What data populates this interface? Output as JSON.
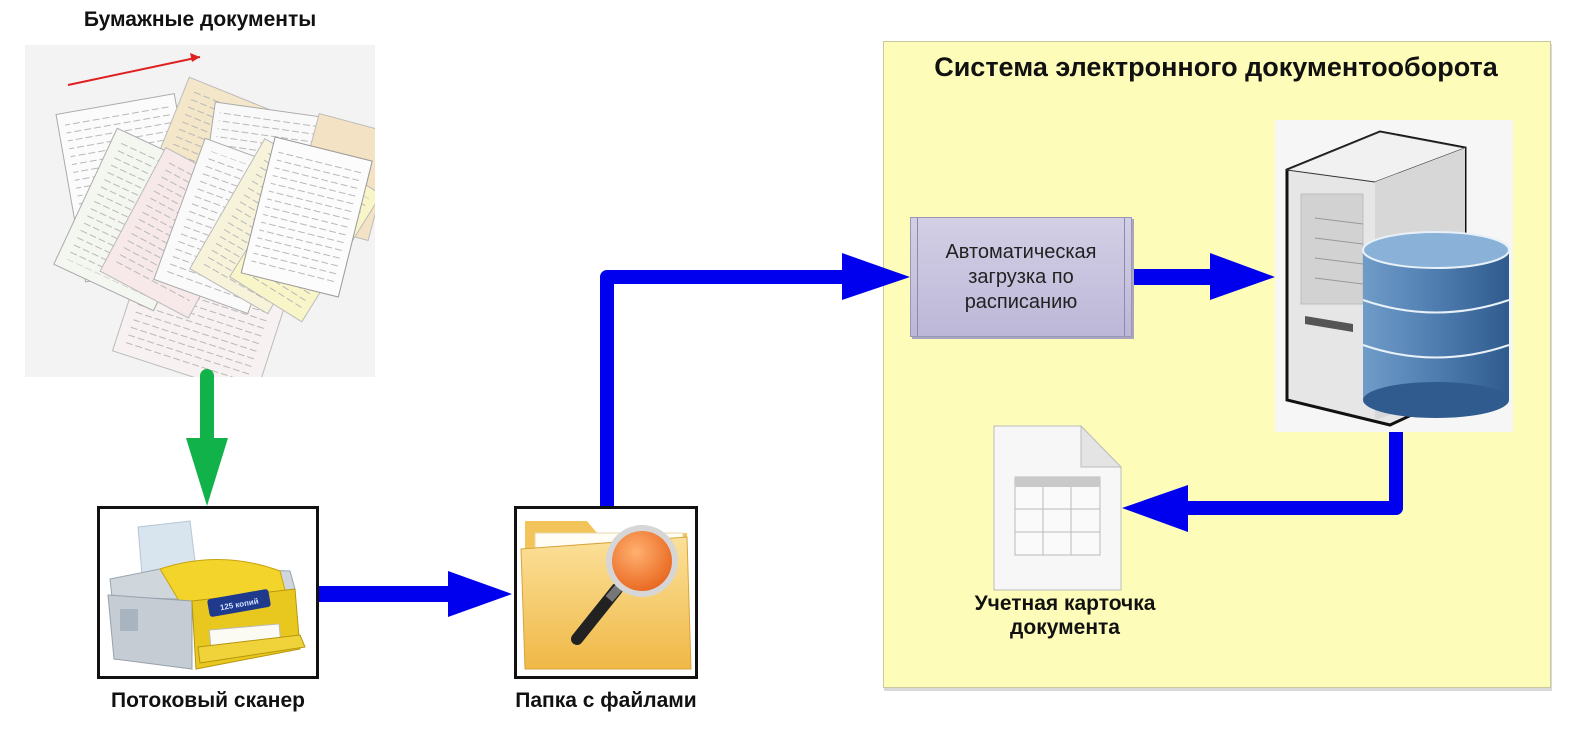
{
  "diagram": {
    "nodes": {
      "paper_documents": {
        "label": "Бумажные документы",
        "icon": "paper-documents-stack"
      },
      "stream_scanner": {
        "label": "Потоковый сканер",
        "icon": "scanner",
        "display_text": "125 копий"
      },
      "files_folder": {
        "label": "Папка с файлами",
        "icon": "folder-with-magnifier"
      },
      "edms": {
        "title": "Система электронного документооборота"
      },
      "scheduled_upload": {
        "label_lines": [
          "Автоматическая",
          "загрузка по",
          "расписанию"
        ]
      },
      "server_db": {
        "icon": "server-with-database"
      },
      "document_card": {
        "label_lines": [
          "Учетная карточка",
          "документа"
        ],
        "icon": "document-table"
      }
    },
    "edges": [
      {
        "from": "paper_documents",
        "to": "stream_scanner",
        "color": "#11b24a"
      },
      {
        "from": "stream_scanner",
        "to": "files_folder",
        "color": "#0000ee"
      },
      {
        "from": "files_folder",
        "to": "scheduled_upload",
        "color": "#0000ee"
      },
      {
        "from": "scheduled_upload",
        "to": "server_db",
        "color": "#0000ee"
      },
      {
        "from": "server_db",
        "to": "document_card",
        "color": "#0000ee"
      }
    ],
    "colors": {
      "panel_bg": "#fdfdb9",
      "process_box": "#c8c3df",
      "flow_arrow": "#0000ee",
      "input_arrow": "#11b24a"
    }
  }
}
